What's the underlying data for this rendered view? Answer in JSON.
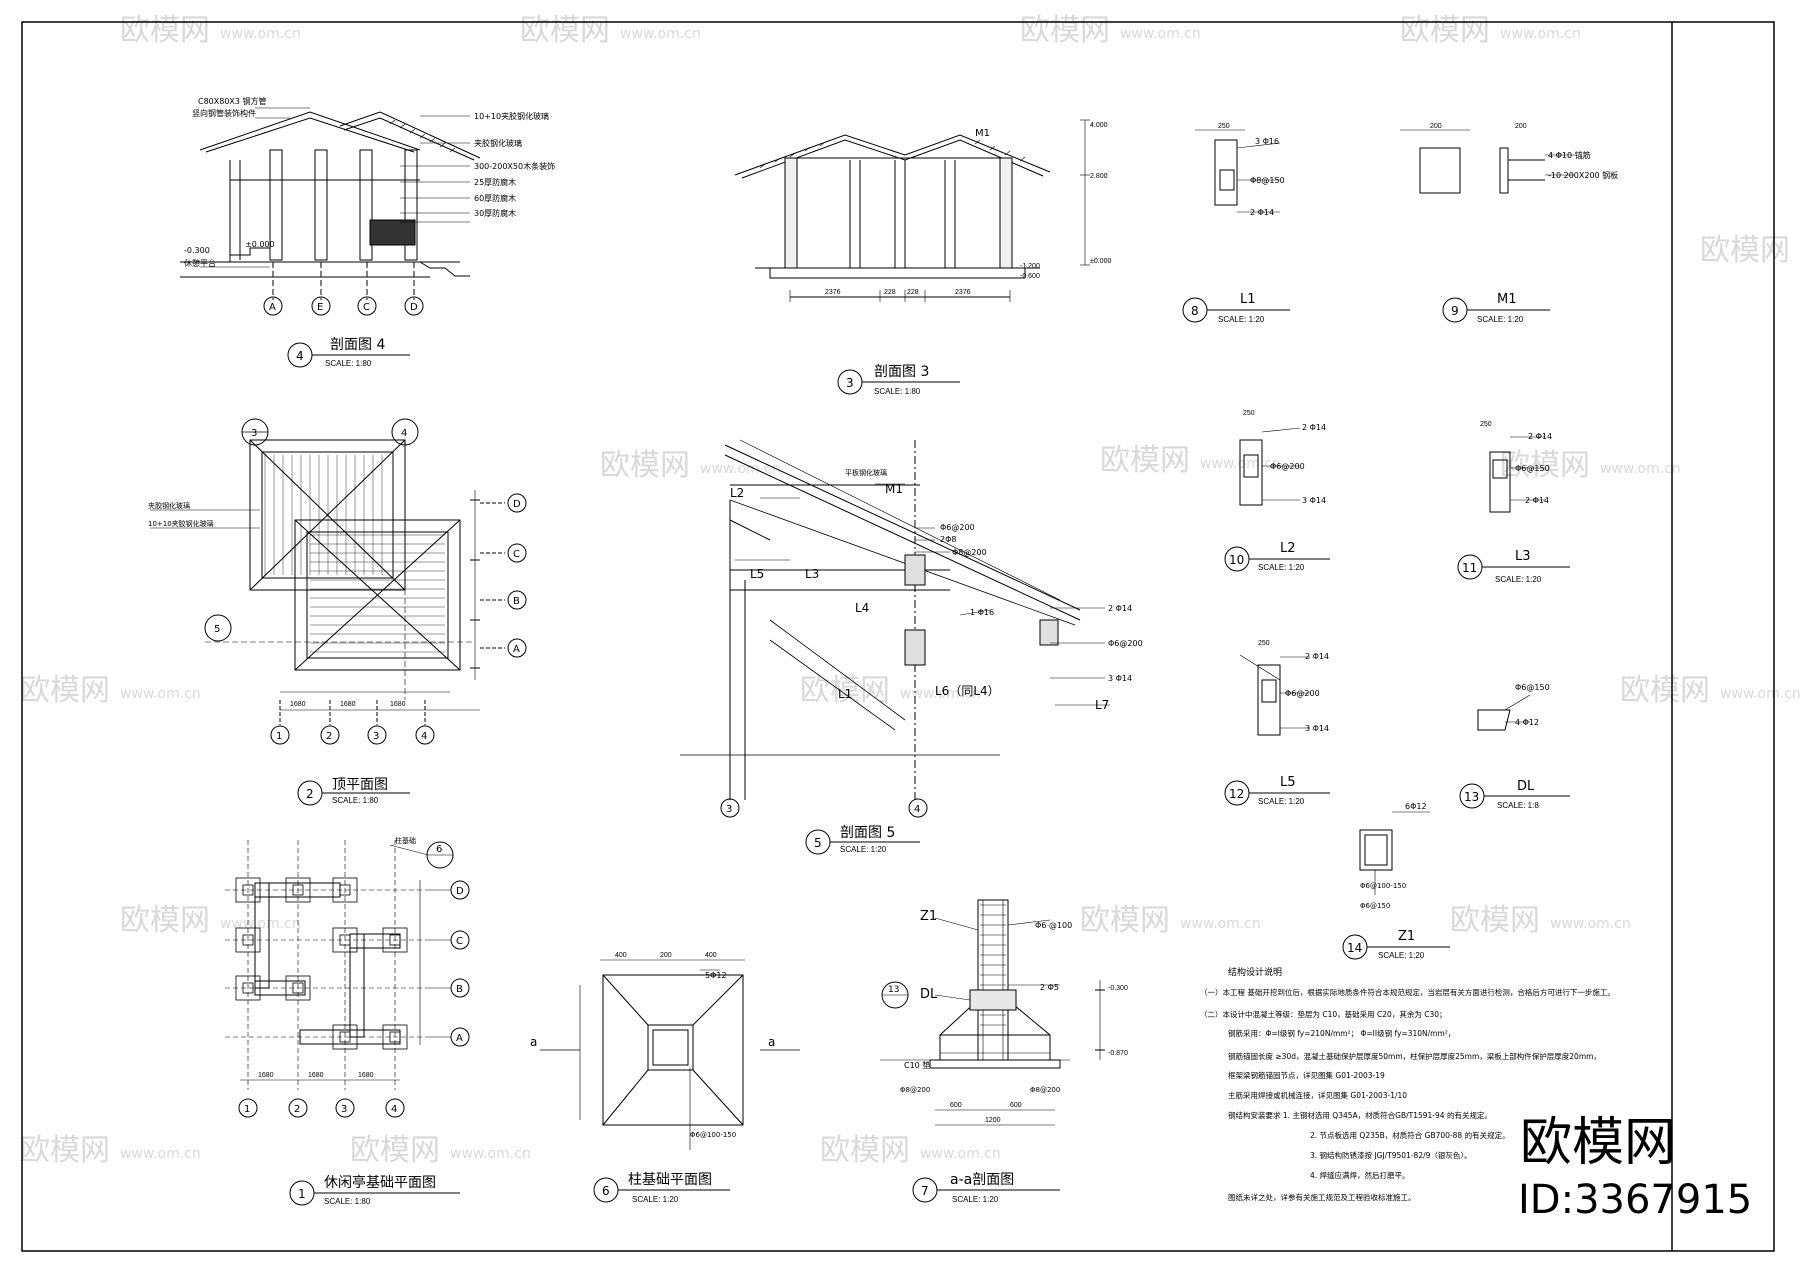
{
  "watermark": {
    "cn": "欧模网",
    "url": "www.om.cn"
  },
  "brand": {
    "name": "欧模网",
    "id": "ID:3367915"
  },
  "drawings": {
    "d4": {
      "num": "4",
      "title": "剖面图 4",
      "scale": "SCALE: 1:80",
      "axes": [
        "A",
        "E",
        "C",
        "D"
      ],
      "notes": [
        "C80X80X3 钢方管",
        "竖向钢管装饰构件",
        "10+10夹胶钢化玻璃",
        "夹胶钢化玻璃",
        "300-200X50木条装饰",
        "25厚防腐木",
        "60厚防腐木",
        "30厚防腐木",
        "±0.000",
        "-0.300",
        "休憩平台"
      ]
    },
    "d3": {
      "num": "3",
      "title": "剖面图 3",
      "scale": "SCALE: 1:80",
      "tag": "M1",
      "dims": [
        "4.000",
        "2.800",
        "±0.000",
        "-1.200",
        "-0.600",
        "2376",
        "228",
        "228",
        "2376"
      ]
    },
    "d2": {
      "num": "2",
      "title": "顶平面图",
      "scale": "SCALE: 1:80",
      "axes_h": [
        "1",
        "2",
        "3",
        "4"
      ],
      "axes_v": [
        "D",
        "C",
        "B",
        "A"
      ],
      "markers": [
        "3",
        "4",
        "5"
      ],
      "notes": [
        "夹胶钢化玻璃",
        "10+10夹胶钢化玻璃"
      ],
      "dims": [
        "1680",
        "1680",
        "1680"
      ]
    },
    "d5": {
      "num": "5",
      "title": "剖面图 5",
      "scale": "SCALE: 1:20",
      "labels": [
        "L2",
        "M1",
        "L3",
        "L5",
        "L4",
        "L1",
        "L6（同L4）",
        "L7"
      ],
      "notes": [
        "Φ6@200",
        "2Φ8",
        "Φ8@200",
        "2 Φ14",
        "Φ6@200",
        "3 Φ14",
        "1 Φ16",
        "平板钢化玻璃"
      ],
      "axes": [
        "3",
        "4"
      ]
    },
    "d8": {
      "num": "8",
      "title": "L1",
      "scale": "SCALE: 1:20",
      "notes": [
        "3 Φ16",
        "Φ8@150",
        "2 Φ14",
        "250"
      ]
    },
    "d9": {
      "num": "9",
      "title": "M1",
      "scale": "SCALE: 1:20",
      "notes": [
        "4 Φ10 锚筋",
        "-10 200X200 钢板",
        "200",
        "200"
      ]
    },
    "d10": {
      "num": "10",
      "title": "L2",
      "scale": "SCALE: 1:20",
      "notes": [
        "2 Φ14",
        "Φ6@200",
        "3 Φ14",
        "250"
      ]
    },
    "d11": {
      "num": "11",
      "title": "L3",
      "scale": "SCALE: 1:20",
      "notes": [
        "2 Φ14",
        "Φ6@150",
        "2 Φ14",
        "250"
      ]
    },
    "d12": {
      "num": "12",
      "title": "L5",
      "scale": "SCALE: 1:20",
      "notes": [
        "2 Φ14",
        "Φ6@200",
        "3 Φ14",
        "250"
      ]
    },
    "d13": {
      "num": "13",
      "title": "DL",
      "scale": "SCALE: 1:8",
      "notes": [
        "Φ6@150",
        "4 Φ12"
      ]
    },
    "d14": {
      "num": "14",
      "title": "Z1",
      "scale": "SCALE: 1:20",
      "notes": [
        "6Φ12",
        "Φ6@100-150",
        "Φ6@150"
      ]
    },
    "d1": {
      "num": "1",
      "title": "休闲亭基础平面图",
      "scale": "SCALE: 1:80",
      "axes_h": [
        "1",
        "2",
        "3",
        "4"
      ],
      "axes_v": [
        "D",
        "C",
        "B",
        "A"
      ],
      "marker": "6",
      "note": "柱基础",
      "dims": [
        "1680",
        "1680",
        "1680"
      ]
    },
    "d6": {
      "num": "6",
      "title": "柱基础平面图",
      "scale": "SCALE: 1:20",
      "cut": "a",
      "notes": [
        "5Φ12",
        "Φ6@100-150"
      ],
      "dims": [
        "400",
        "200",
        "400"
      ]
    },
    "d7": {
      "num": "7",
      "title": "a-a剖面图",
      "scale": "SCALE: 1:20",
      "labels": [
        "Z1",
        "DL",
        "C10 垫"
      ],
      "notes": [
        "Φ6 @100",
        "2 Φ5",
        "Φ8@200",
        "Φ8@200",
        "-0.300",
        "-0.870"
      ],
      "dims": [
        "600",
        "600",
        "1200"
      ],
      "marker": "13"
    }
  },
  "notes": {
    "title": "结构设计说明",
    "lines": [
      "（一）本工程 基础开挖到位后，根据实际地质条件符合本规范规定，当岩层有关方面进行检测，合格后方可进行下一步施工。",
      "（二）本设计中混凝土等级：垫层为 C10，基础采用 C20，其余为 C30；",
      "钢筋采用：Φ=I级钢 fy=210N/mm²；  Φ=II级钢 fy=310N/mm²，",
      "钢筋锚固长度 ≥30d，混凝土基础保护层厚度50mm，柱保护层厚度25mm，梁板上部构件保护层厚度20mm，",
      "框架梁钢筋锚固节点，详见图集 G01-2003-19",
      "主筋采用焊接或机械连接，详见图集 G01-2003-1/10",
      "钢结构安装要求   1. 主钢材选用 Q345A，材质符合GB/T1591-94 的有关规定。",
      "2. 节点板选用 Q235B，材质符合 GB700-88 的有关规定。",
      "3. 钢结构防锈漆按 JGJ/T9501-82/9（银灰色）。",
      "4. 焊缝应满焊，然后打磨平。",
      "图纸未详之处，详参有关施工规范及工程验收标准施工。"
    ]
  }
}
